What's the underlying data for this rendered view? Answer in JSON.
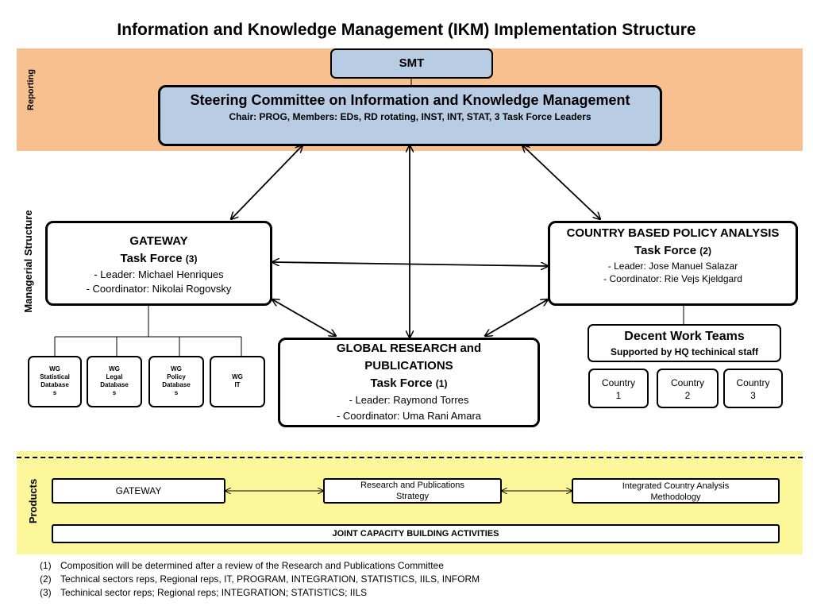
{
  "title": "Information and Knowledge Management (IKM) Implementation Structure",
  "bands": {
    "reporting": "Reporting",
    "managerial": "Managerial Structure",
    "products": "Products"
  },
  "smt": "SMT",
  "steering": {
    "title": "Steering Committee on Information and Knowledge Management",
    "members": "Chair: PROG, Members: EDs, RD rotating, INST, INT, STAT, 3 Task Force Leaders"
  },
  "gateway": {
    "title": "GATEWAY",
    "tf": "Task Force",
    "ref": "(3)",
    "leader": "- Leader: Michael Henriques",
    "coordinator": "- Coordinator: Nikolai Rogovsky"
  },
  "country_policy": {
    "title": "COUNTRY BASED POLICY ANALYSIS",
    "tf": "Task Force",
    "ref": "(2)",
    "leader": "- Leader: Jose Manuel Salazar",
    "coordinator": "- Coordinator: Rie Vejs Kjeldgard"
  },
  "global_research": {
    "title": "GLOBAL RESEARCH and PUBLICATIONS",
    "tf": "Task Force",
    "ref": "(1)",
    "leader": "- Leader: Raymond Torres",
    "coordinator": "- Coordinator: Uma Rani Amara"
  },
  "working_groups": [
    {
      "line1": "WG",
      "line2": "Statistical",
      "line3": "Database",
      "line4": "s"
    },
    {
      "line1": "WG",
      "line2": "Legal",
      "line3": "Database",
      "line4": "s"
    },
    {
      "line1": "WG",
      "line2": "Policy",
      "line3": "Database",
      "line4": "s"
    },
    {
      "line1": "WG",
      "line2": "IT",
      "line3": "",
      "line4": ""
    }
  ],
  "decent_work": {
    "title": "Decent Work Teams",
    "subtitle": "Supported by HQ techinical staff"
  },
  "countries": [
    {
      "line1": "Country",
      "line2": "1"
    },
    {
      "line1": "Country",
      "line2": "2"
    },
    {
      "line1": "Country",
      "line2": "3"
    }
  ],
  "products": {
    "gateway": "GATEWAY",
    "research": "Research and Publications Strategy",
    "integrated": "Integrated Country Analysis Methodology",
    "joint": "JOINT CAPACITY BUILDING ACTIVITIES"
  },
  "notes": [
    {
      "num": "(1)",
      "text": "Composition will be determined after a review of the Research and Publications Committee"
    },
    {
      "num": "(2)",
      "text": "Technical sectors reps, Regional reps, IT, PROGRAM, INTEGRATION, STATISTICS, IILS, INFORM"
    },
    {
      "num": "(3)",
      "text": "Techinical sector reps; Regional reps; INTEGRATION; STATISTICS; IILS"
    }
  ]
}
